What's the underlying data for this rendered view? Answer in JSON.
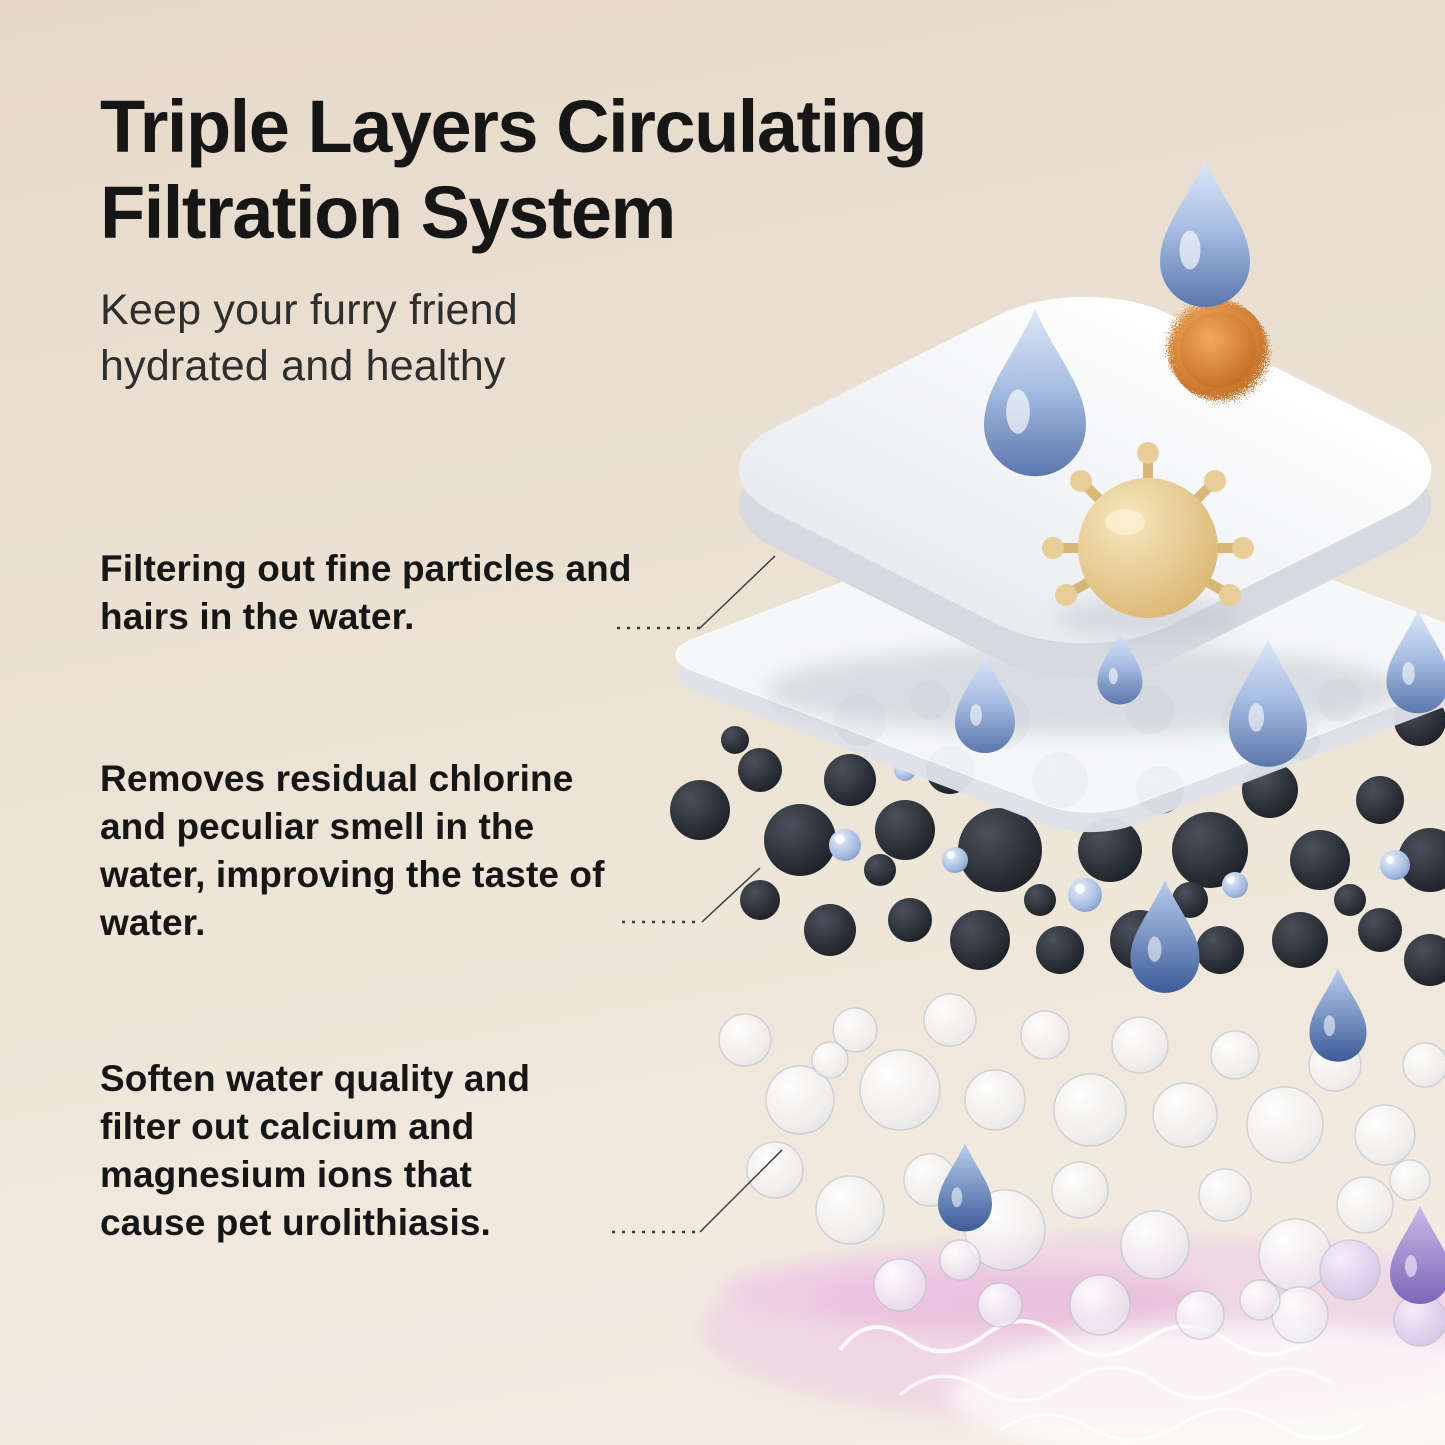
{
  "page": {
    "background_top": "#e6d9ca",
    "background_bottom": "#f4eee5"
  },
  "header": {
    "title": [
      "Triple Layers Circulating",
      "Filtration System"
    ],
    "subtitle": [
      "Keep your furry friend",
      "hydrated and healthy"
    ]
  },
  "annotations": [
    {
      "id": "fine-filter",
      "text": "Filtering out fine particles and hairs in the water."
    },
    {
      "id": "carbon-filter",
      "text": "Removes residual chlorine and peculiar smell in the water, improving the taste of water."
    },
    {
      "id": "resin-filter",
      "text": "Soften water quality and filter out calcium and magnesium ions that cause pet urolithiasis."
    }
  ],
  "illustration": {
    "layers": [
      "foam-cotton-layer",
      "fine-filter-membrane-layer",
      "activated-carbon-layer",
      "ion-exchange-resin-layer"
    ],
    "elements": [
      "water-drop",
      "pet-hair-ball",
      "germ-particle",
      "carbon-ball",
      "resin-bubble"
    ]
  },
  "colors": {
    "title_text": "#161616",
    "body_text": "#161616",
    "drop_blue": "#5a77ad",
    "carbon_black": "#14161a",
    "germ_tan": "#e3c489",
    "hair_orange": "#d9832f",
    "resin_white": "#ffffff",
    "glow_pink": "#edc8e6",
    "leader_line": "#3a3a3a"
  }
}
